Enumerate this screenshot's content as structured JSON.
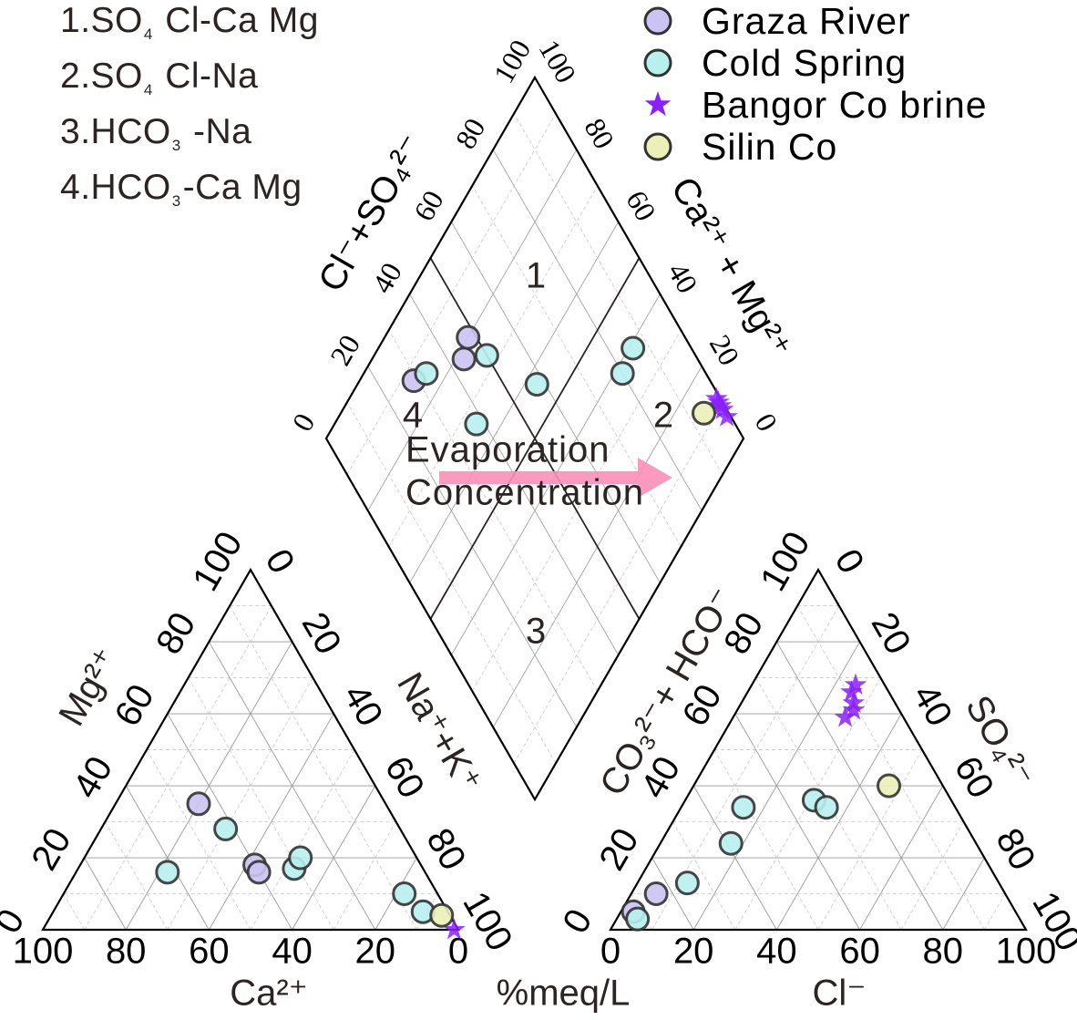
{
  "legend_types": {
    "items": [
      {
        "num": "1.",
        "pre": "SO",
        "sub": "4",
        "post": " Cl-Ca Mg"
      },
      {
        "num": "2.",
        "pre": "SO",
        "sub": "4",
        "post": " Cl-Na"
      },
      {
        "num": "3.",
        "pre": "HCO",
        "sub": "3",
        "post": " -Na"
      },
      {
        "num": "4.",
        "pre": "HCO",
        "sub": "3",
        "post": "-Ca Mg"
      }
    ]
  },
  "legend": {
    "items": [
      {
        "label": "Graza River",
        "marker": "circle",
        "fill": "#cbc3f2",
        "stroke": "#333333"
      },
      {
        "label": "Cold Spring",
        "marker": "circle",
        "fill": "#b8f0ee",
        "stroke": "#333333"
      },
      {
        "label": "Bangor Co brine",
        "marker": "star",
        "fill": "#8a1fff",
        "stroke": "none"
      },
      {
        "label": "Silin  Co",
        "marker": "circle",
        "fill": "#eaf0b8",
        "stroke": "#333333"
      }
    ]
  },
  "chart_data": {
    "type": "scatter",
    "subtype": "piper-diagram",
    "title": "",
    "units": "%meq/L",
    "colors": {
      "axis": "#000000",
      "grid_major": "#9a9a9a",
      "grid_minor": "#c8c8c8",
      "text": "#2b2423",
      "arrow": "#f98fb8"
    },
    "cation_triangle": {
      "bottom_axis": {
        "label": "Ca²⁺",
        "ticks": [
          "100",
          "80",
          "60",
          "40",
          "20",
          "0"
        ]
      },
      "left_axis": {
        "label": "Mg²⁺",
        "ticks": [
          "0",
          "20",
          "40",
          "60",
          "80",
          "100"
        ]
      },
      "right_axis": {
        "label": "Na⁺+K⁺",
        "ticks": [
          "0",
          "20",
          "40",
          "60",
          "80",
          "100"
        ]
      }
    },
    "anion_triangle": {
      "bottom_axis": {
        "label": "Cl⁻",
        "ticks": [
          "0",
          "20",
          "40",
          "60",
          "80",
          "100"
        ]
      },
      "left_axis": {
        "label": "CO₃²⁻+ HCO⁻",
        "ticks": [
          "100",
          "80",
          "60",
          "40",
          "20",
          "0"
        ]
      },
      "right_axis": {
        "label": "SO₄²⁻",
        "ticks": [
          "0",
          "20",
          "40",
          "60",
          "80",
          "100"
        ]
      }
    },
    "diamond": {
      "left_axis": {
        "label": "Cl⁻+SO₄²⁻",
        "ticks": [
          "0",
          "20",
          "40",
          "60",
          "80",
          "100"
        ]
      },
      "right_axis": {
        "label": "Ca²⁺ + Mg²⁺",
        "ticks": [
          "0",
          "20",
          "40",
          "60",
          "80",
          "100"
        ]
      },
      "zones": [
        {
          "id": "1",
          "name": "SO4 Cl-Ca Mg"
        },
        {
          "id": "2",
          "name": "SO4 Cl-Na"
        },
        {
          "id": "3",
          "name": "HCO3 -Na"
        },
        {
          "id": "4",
          "name": "HCO3-Ca Mg"
        }
      ],
      "annotation": {
        "line1": "Evaporation",
        "line2": "Concentration"
      }
    },
    "series": [
      {
        "name": "Graza River",
        "cations": [
          {
            "Ca": 45,
            "Mg": 35,
            "NaK": 20
          },
          {
            "Ca": 40,
            "Mg": 18,
            "NaK": 42
          },
          {
            "Ca": 40,
            "Mg": 16,
            "NaK": 44
          }
        ],
        "anions": [
          {
            "Cl": 3,
            "SO4": 5,
            "HCO3": 92
          },
          {
            "Cl": 6,
            "SO4": 10,
            "HCO3": 84
          }
        ],
        "diamond": [
          {
            "ClSO4": 13,
            "CaMg": 71
          },
          {
            "ClSO4": 22,
            "CaMg": 56
          },
          {
            "ClSO4": 20,
            "CaMg": 52
          }
        ]
      },
      {
        "name": "Cold Spring",
        "cations": [
          {
            "Ca": 62,
            "Mg": 16,
            "NaK": 22
          },
          {
            "Ca": 42,
            "Mg": 28,
            "NaK": 30
          },
          {
            "Ca": 31,
            "Mg": 17,
            "NaK": 52
          },
          {
            "Ca": 28,
            "Mg": 20,
            "NaK": 52
          },
          {
            "Ca": 8,
            "Mg": 10,
            "NaK": 82
          },
          {
            "Ca": 6,
            "Mg": 5,
            "NaK": 89
          }
        ],
        "anions": [
          {
            "Cl": 5,
            "SO4": 3,
            "HCO3": 92
          },
          {
            "Cl": 12,
            "SO4": 13,
            "HCO3": 75
          },
          {
            "Cl": 17,
            "SO4": 24,
            "HCO3": 59
          },
          {
            "Cl": 15,
            "SO4": 34,
            "HCO3": 51
          },
          {
            "Cl": 31,
            "SO4": 36,
            "HCO3": 33
          },
          {
            "Cl": 35,
            "SO4": 34,
            "HCO3": 31
          }
        ],
        "diamond": [
          {
            "ClSO4": 34,
            "CaMg": 62
          },
          {
            "ClSO4": 15,
            "CaMg": 67
          },
          {
            "ClSO4": 27,
            "CaMg": 50
          },
          {
            "ClSO4": 43,
            "CaMg": 42
          },
          {
            "ClSO4": 62,
            "CaMg": 20
          },
          {
            "ClSO4": 61,
            "CaMg": 14
          }
        ]
      },
      {
        "name": "Bangor Co brine",
        "cations": [
          {
            "Ca": 1,
            "Mg": 0,
            "NaK": 99
          }
        ],
        "anions": [
          {
            "Cl": 25,
            "SO4": 68,
            "HCO3": 7
          },
          {
            "Cl": 25,
            "SO4": 66,
            "HCO3": 9
          },
          {
            "Cl": 27,
            "SO4": 63,
            "HCO3": 10
          },
          {
            "Cl": 28,
            "SO4": 61,
            "HCO3": 11
          },
          {
            "Cl": 27,
            "SO4": 59,
            "HCO3": 14
          }
        ],
        "diamond": [
          {
            "ClSO4": 93,
            "CaMg": 1
          },
          {
            "ClSO4": 91,
            "CaMg": 1
          },
          {
            "ClSO4": 90,
            "CaMg": 1
          },
          {
            "ClSO4": 89,
            "CaMg": 1
          },
          {
            "ClSO4": 88,
            "CaMg": 1
          }
        ]
      },
      {
        "name": "Silin  Co",
        "cations": [
          {
            "Ca": 2,
            "Mg": 4,
            "NaK": 94
          }
        ],
        "anions": [
          {
            "Cl": 47,
            "SO4": 40,
            "HCO3": 13
          }
        ],
        "diamond": [
          {
            "ClSO4": 87,
            "CaMg": 6
          }
        ]
      }
    ]
  }
}
